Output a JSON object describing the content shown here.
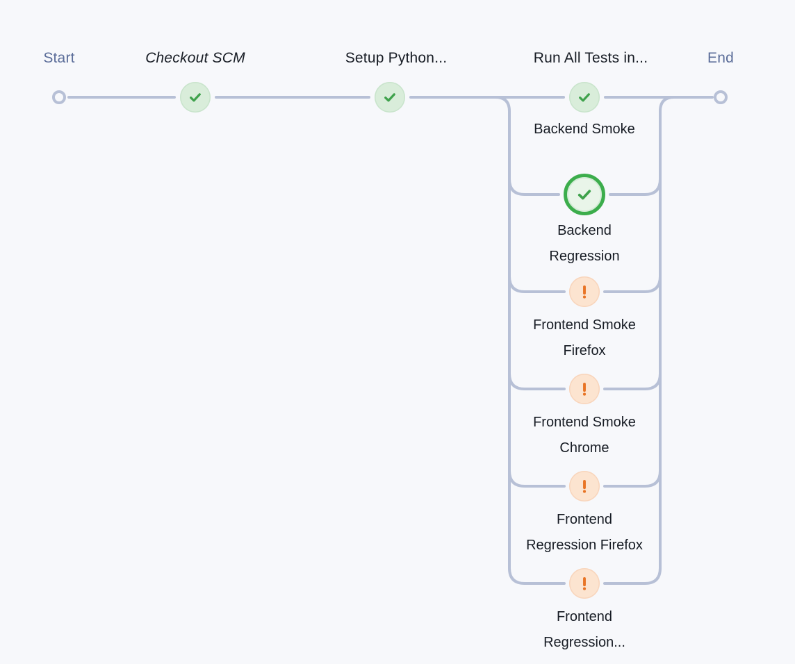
{
  "page": {
    "background": "#f7f8fb"
  },
  "colors": {
    "connector": "#b7c0d6",
    "text_primary": "#171c24",
    "text_secondary": "#5b6d99",
    "success_fill": "#d9edda",
    "success_check": "#3fa24c",
    "selected_ring": "#3cad4c",
    "selected_fill": "#e9f5e9",
    "unstable_fill": "#fce4d0",
    "unstable_border": "#f8d5bc",
    "unstable_mark": "#e87425"
  },
  "pipeline": {
    "start": {
      "label": "Start"
    },
    "end": {
      "label": "End"
    },
    "stages": [
      {
        "name": "Checkout SCM",
        "status": "success",
        "style": "italic"
      },
      {
        "name": "Setup Python...",
        "status": "success"
      },
      {
        "name": "Run All Tests in...",
        "status": "success",
        "has_parallel": true
      }
    ],
    "parallel_branches": [
      {
        "name": "Backend Smoke",
        "status": "success"
      },
      {
        "name": "Backend\nRegression",
        "status": "success",
        "selected": true
      },
      {
        "name": "Frontend Smoke\nFirefox",
        "status": "unstable"
      },
      {
        "name": "Frontend Smoke\nChrome",
        "status": "unstable"
      },
      {
        "name": "Frontend\nRegression Firefox",
        "status": "unstable"
      },
      {
        "name": "Frontend\nRegression...",
        "status": "unstable"
      }
    ],
    "icons": {
      "success": "check-icon",
      "unstable": "exclamation-icon"
    }
  }
}
